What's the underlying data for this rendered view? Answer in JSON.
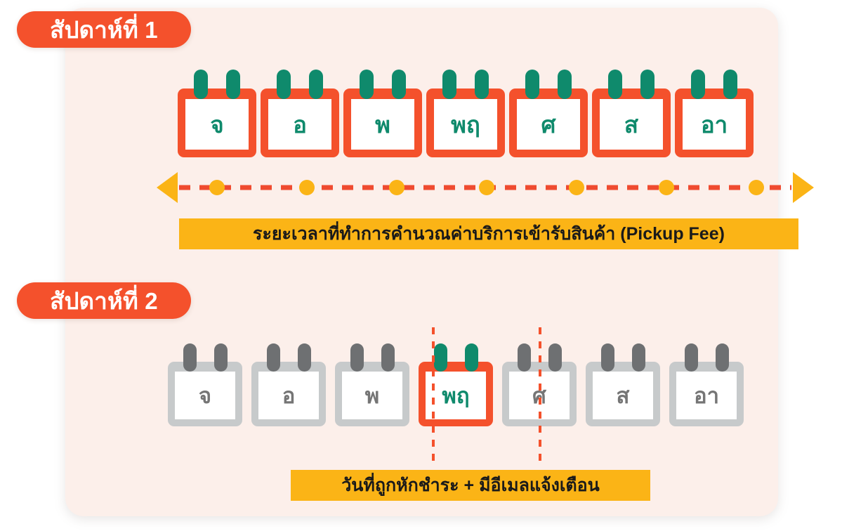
{
  "theme": {
    "card_bg": "#FCEFEA",
    "page_bg": "#FFFFFF",
    "accent_orange": "#F4512C",
    "accent_teal": "#0F8A6C",
    "accent_yellow": "#FBB416",
    "muted_gray_border": "#C7CACB",
    "muted_gray_ring": "#6E7072",
    "muted_gray_text": "#757575",
    "banner_text": "#1A1A1A"
  },
  "week1": {
    "label": "สัปดาห์ที่ 1",
    "days": [
      {
        "abbr": "จ"
      },
      {
        "abbr": "อ"
      },
      {
        "abbr": "พ"
      },
      {
        "abbr": "พฤ"
      },
      {
        "abbr": "ศ"
      },
      {
        "abbr": "ส"
      },
      {
        "abbr": "อา"
      }
    ],
    "timeline": {
      "dot_count": 7,
      "arrow_left": "left-triangle-arrow",
      "arrow_right": "right-triangle-arrow",
      "line_style": "dashed",
      "line_color": "#EF4B30",
      "dot_color": "#FBB416",
      "arrow_color": "#FBB416"
    },
    "banner": "ระยะเวลาที่ทำการคำนวณค่าบริการเข้ารับสินค้า (Pickup Fee)"
  },
  "week2": {
    "label": "สัปดาห์ที่ 2",
    "days": [
      {
        "abbr": "จ",
        "active": false
      },
      {
        "abbr": "อ",
        "active": false
      },
      {
        "abbr": "พ",
        "active": false
      },
      {
        "abbr": "พฤ",
        "active": true
      },
      {
        "abbr": "ศ",
        "active": false
      },
      {
        "abbr": "ส",
        "active": false
      },
      {
        "abbr": "อา",
        "active": false
      }
    ],
    "banner": "วันที่ถูกหักชำระ + มีอีเมลแจ้งเตือน",
    "marker": {
      "style": "vertical-dashed",
      "color": "#F4512C",
      "highlights_day": "พฤ"
    }
  }
}
